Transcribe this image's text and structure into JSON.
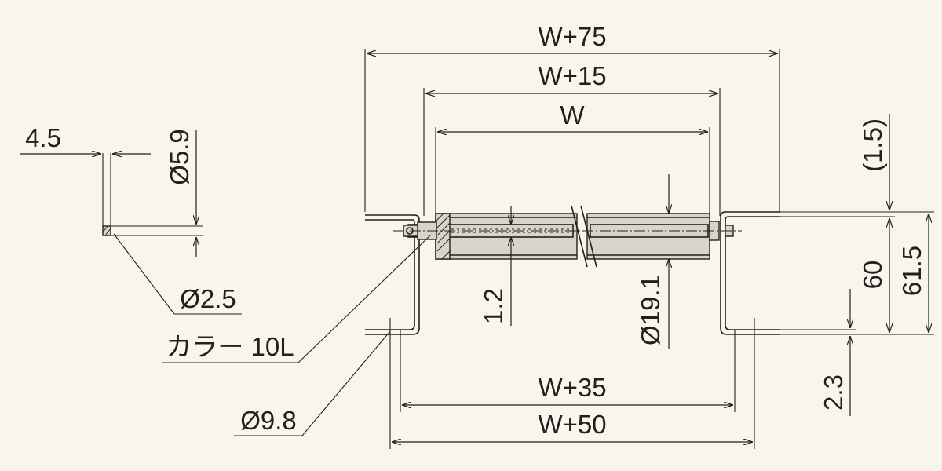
{
  "labels": {
    "w75": "W+75",
    "w15": "W+15",
    "w": "W",
    "w35": "W+35",
    "w50": "W+50",
    "d4_5": "4.5",
    "d5_9": "Ø5.9",
    "d2_5": "Ø2.5",
    "collar": "カラー 10L",
    "d9_8": "Ø9.8",
    "d1_2": "1.2",
    "d19_1": "Ø19.1",
    "d1_5": "(1.5)",
    "d60": "60",
    "d61_5": "61.5",
    "d2_3": "2.3"
  },
  "colors": {
    "background": "#f8f5ea",
    "line": "#231f20",
    "roller_fill": "#d9d4c7"
  }
}
